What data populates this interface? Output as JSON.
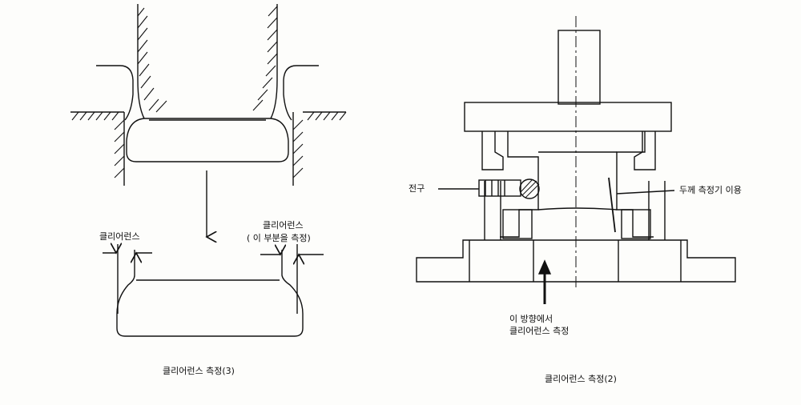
{
  "left_figure": {
    "label_clearance": "클리어런스",
    "label_clearance_right": "클리어런스",
    "label_measure_here": "( 이 부분을 측정)",
    "caption": "클리어런스 측정(3)"
  },
  "right_figure": {
    "label_ball": "전구",
    "label_thickness_gauge": "두께 측정기 이용",
    "label_direction_line1": "이 방향에서",
    "label_direction_line2": "클리어런스 측정",
    "caption": "클리어런스 측정(2)"
  }
}
